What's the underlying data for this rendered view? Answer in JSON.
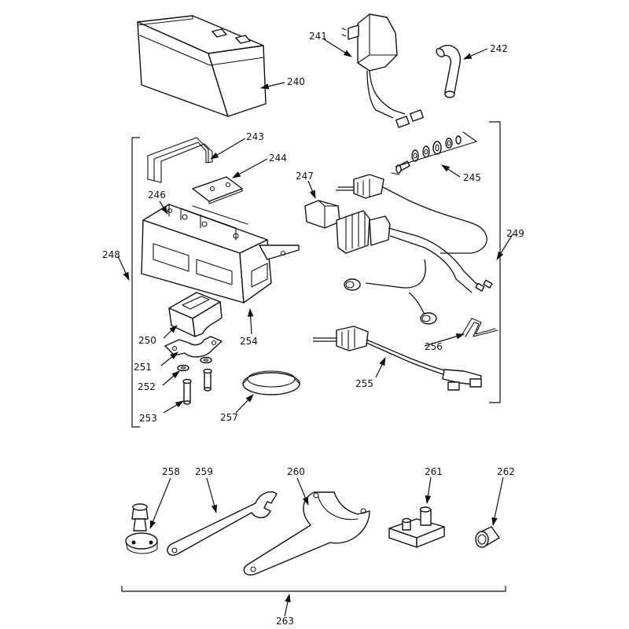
{
  "callouts": {
    "240": "240",
    "241": "241",
    "242": "242",
    "243": "243",
    "244": "244",
    "245": "245",
    "246": "246",
    "247": "247",
    "248": "248",
    "249": "249",
    "250": "250",
    "251": "251",
    "252": "252",
    "253": "253",
    "254": "254",
    "255": "255",
    "256": "256",
    "257": "257",
    "258": "258",
    "259": "259",
    "260": "260",
    "261": "261",
    "262": "262",
    "263": "263"
  },
  "colors": {
    "ink": "#111111",
    "paper": "#ffffff"
  }
}
